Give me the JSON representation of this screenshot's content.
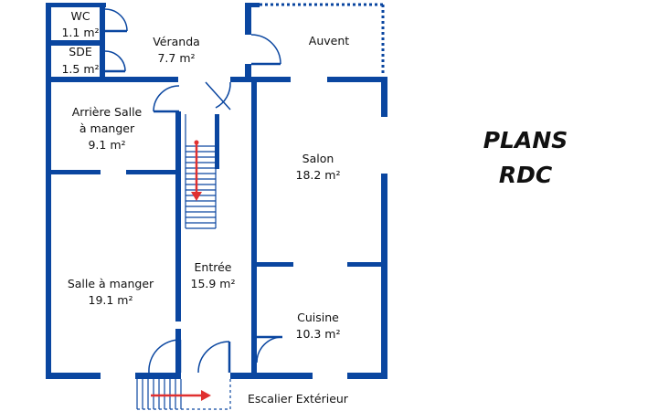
{
  "title": {
    "line1": "PLANS",
    "line2": "RDC"
  },
  "rooms": {
    "wc": {
      "name": "WC",
      "area": "1.1 m²"
    },
    "sde": {
      "name": "SDE",
      "area": "1.5 m²"
    },
    "veranda": {
      "name": "Véranda",
      "area": "7.7 m²"
    },
    "auvent": {
      "name": "Auvent"
    },
    "arriere": {
      "line1": "Arrière Salle",
      "line2": "à manger",
      "area": "9.1 m²"
    },
    "salon": {
      "name": "Salon",
      "area": "18.2 m²"
    },
    "entree": {
      "name": "Entrée",
      "area": "15.9 m²"
    },
    "salle": {
      "name": "Salle à manger",
      "area": "19.1 m²"
    },
    "cuisine": {
      "name": "Cuisine",
      "area": "10.3 m²"
    },
    "escalier": {
      "name": "Escalier Extérieur"
    }
  },
  "colors": {
    "wall": "#0a46a0",
    "door": "#0a46a0",
    "arrow": "#e03030",
    "text": "#111111",
    "background": "#ffffff"
  }
}
